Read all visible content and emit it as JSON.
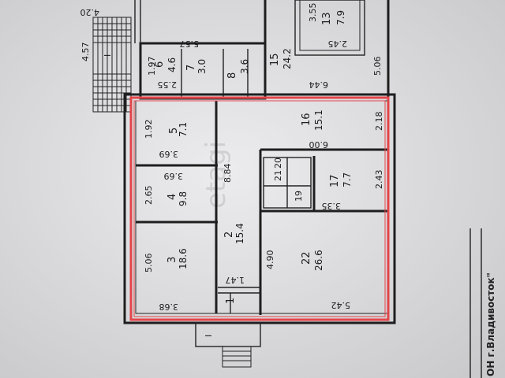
{
  "plan": {
    "highlight_color": "#e2454a",
    "top_dimension": "4.20",
    "left_dimension": "4.57",
    "stair_mark_top": "I",
    "stair_mark_bottom": "I",
    "watermark": "etagi",
    "stamp_text": "ОН г.Владивосток\"",
    "rooms": [
      {
        "number": "1",
        "area": "",
        "width": "1.47",
        "height": ""
      },
      {
        "number": "2",
        "area": "15.4",
        "width": "",
        "height": "8.84"
      },
      {
        "number": "3",
        "area": "18.6",
        "width": "3.68",
        "height": "5.06"
      },
      {
        "number": "4",
        "area": "9.8",
        "width": "3.69",
        "height": "2.65"
      },
      {
        "number": "5",
        "area": "7.1",
        "width": "3.69",
        "height": "1.92"
      },
      {
        "number": "6",
        "area": "4.6",
        "width": "",
        "height": "1.97"
      },
      {
        "number": "7",
        "area": "3.0",
        "width": "",
        "height": ""
      },
      {
        "number": "8",
        "area": "3.6",
        "width": "",
        "height": ""
      },
      {
        "number": "13",
        "area": "7.9",
        "width": "2.45",
        "height": "3.55"
      },
      {
        "number": "15",
        "area": "24.2",
        "width": "",
        "height": ""
      },
      {
        "number": "16",
        "area": "15.1",
        "width": "6.00",
        "height": "2.18"
      },
      {
        "number": "17",
        "area": "7.7",
        "width": "3.35",
        "height": "2.43"
      },
      {
        "number": "19",
        "area": "",
        "width": "",
        "height": ""
      },
      {
        "number": "20",
        "area": "",
        "width": "",
        "height": ""
      },
      {
        "number": "21",
        "area": "",
        "width": "",
        "height": ""
      },
      {
        "number": "22",
        "area": "26.6",
        "width": "5.42",
        "height": "4.90"
      }
    ],
    "other_dimensions": [
      "5.57",
      "2.55",
      "6.44",
      "5.06",
      "2.45"
    ]
  }
}
